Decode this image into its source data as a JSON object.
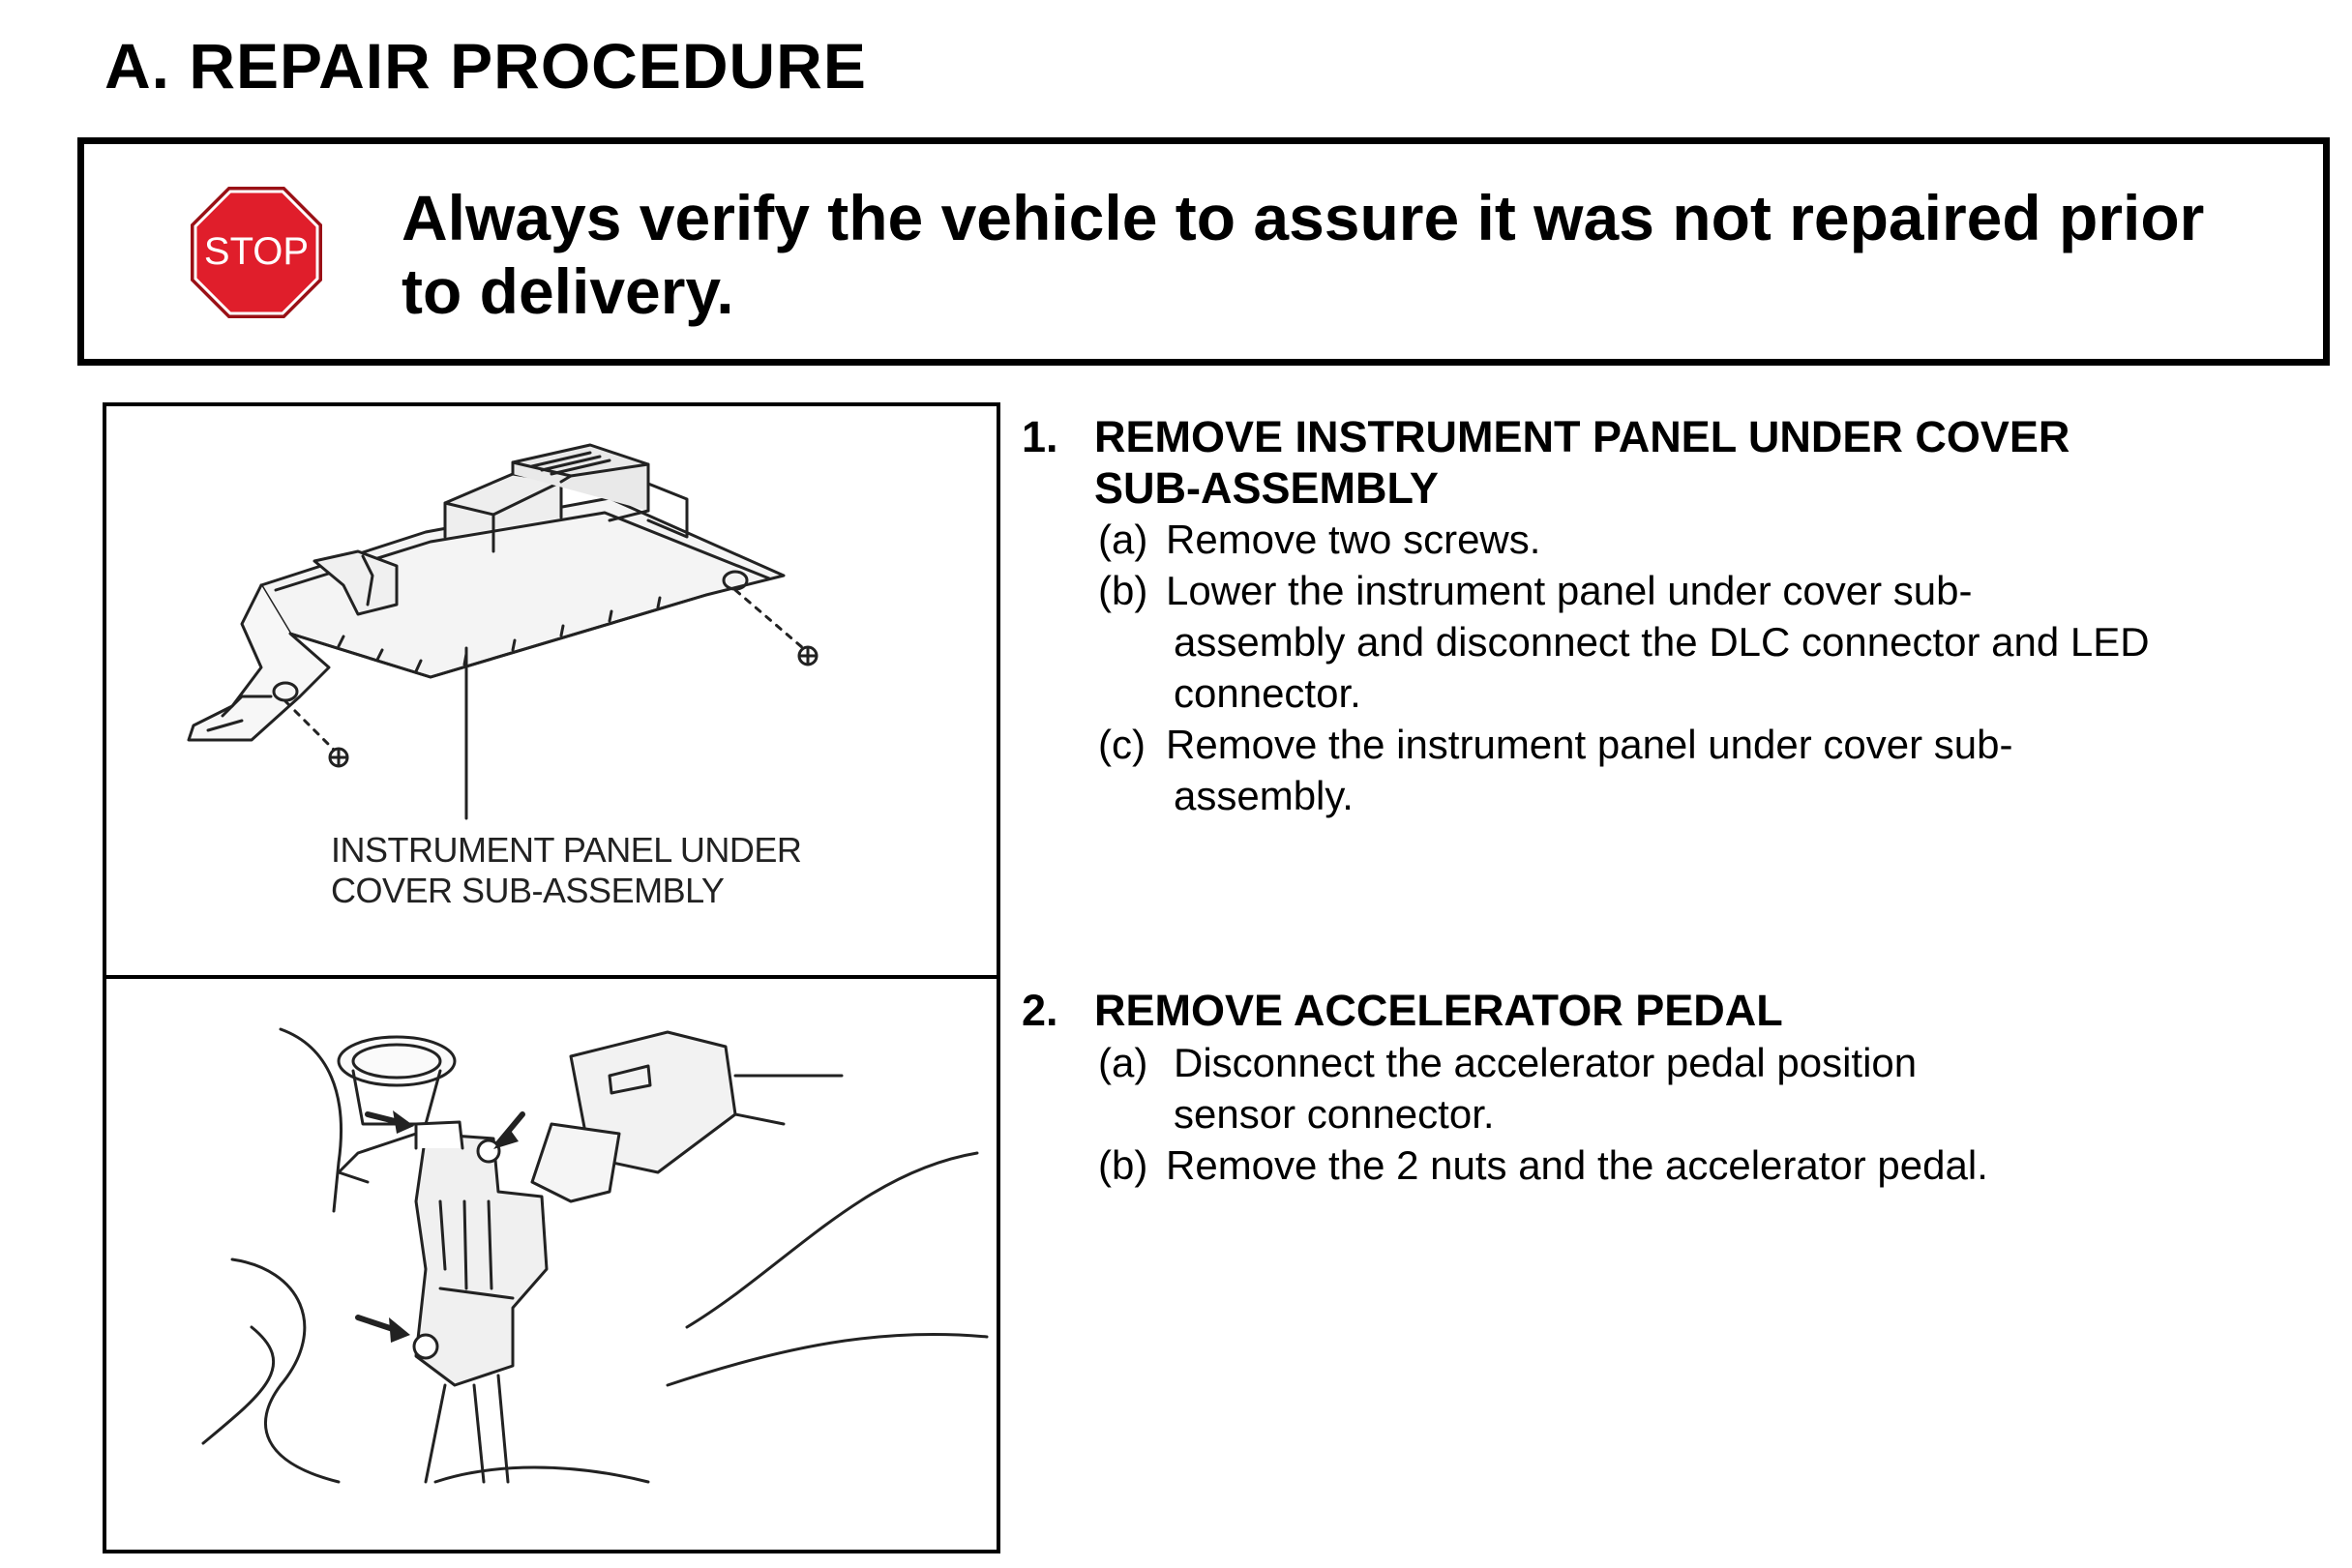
{
  "title": "A.  REPAIR PROCEDURE",
  "warning": {
    "sign_text": "STOP",
    "text": "Always verify the vehicle to assure it was not repaired prior to delivery.",
    "sign_color": "#e01e2b"
  },
  "figure1": {
    "label_line1": "INSTRUMENT PANEL UNDER",
    "label_line2": "COVER SUB-ASSEMBLY"
  },
  "steps": [
    {
      "number": "1.",
      "title": "REMOVE INSTRUMENT PANEL UNDER COVER SUB-ASSEMBLY",
      "substeps": [
        {
          "label": "(a)",
          "text": "Remove two screws."
        },
        {
          "label": "(b)",
          "first": "Lower the instrument panel under cover sub-",
          "rest": "assembly and disconnect the DLC connector and LED connector."
        },
        {
          "label": "(c)",
          "first": "Remove the instrument panel under cover sub-",
          "rest": "assembly."
        }
      ]
    },
    {
      "number": "2.",
      "title": "REMOVE ACCELERATOR PEDAL",
      "substeps": [
        {
          "label": "(a)",
          "first": "Disconnect the accelerator pedal position",
          "rest": "sensor connector."
        },
        {
          "label": "(b)",
          "text": "Remove the 2 nuts and the accelerator pedal."
        }
      ]
    }
  ]
}
